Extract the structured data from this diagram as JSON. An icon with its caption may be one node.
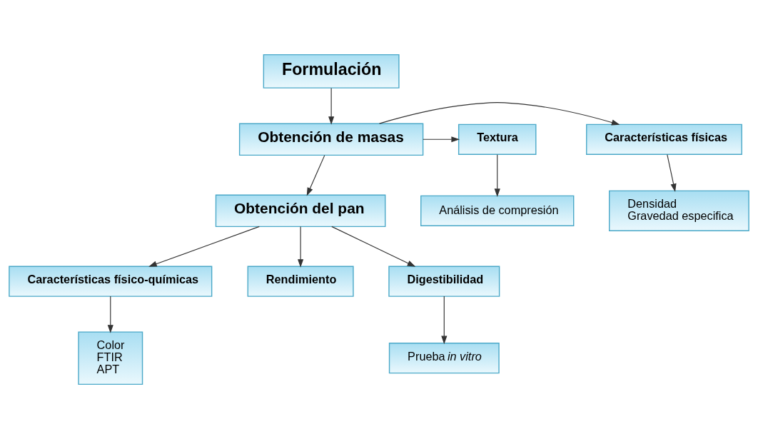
{
  "diagram": {
    "nodes": [
      {
        "text": [
          "Formulación"
        ]
      },
      {
        "text": [
          "Obtención de masas"
        ]
      },
      {
        "text": [
          "Características físicas"
        ]
      },
      {
        "text": [
          "Textura"
        ]
      },
      {
        "text": [
          "Densidad",
          "Gravedad especifica"
        ]
      },
      {
        "text": [
          "Análisis de compresión"
        ]
      },
      {
        "text": [
          "Obtención del pan"
        ]
      },
      {
        "text": [
          "Características físico-químicas"
        ]
      },
      {
        "text": [
          "Rendimiento"
        ]
      },
      {
        "text": [
          "Digestibilidad"
        ]
      },
      {
        "text": [
          "Color",
          "FTIR",
          "APT"
        ]
      },
      {
        "text": [
          "Prueba *in vitro*"
        ]
      }
    ],
    "edges": [
      {
        "from": 0,
        "to": 1,
        "arrow": "to"
      },
      {
        "from": 1,
        "to": 2,
        "arrow": "to"
      },
      {
        "from": 1,
        "to": 3,
        "arrow": "to"
      },
      {
        "from": 1,
        "to": 6,
        "arrow": "to"
      },
      {
        "from": 2,
        "to": 4,
        "arrow": "to"
      },
      {
        "from": 3,
        "to": 5,
        "arrow": "to"
      },
      {
        "from": 6,
        "to": 7,
        "arrow": "to"
      },
      {
        "from": 6,
        "to": 8,
        "arrow": "to"
      },
      {
        "from": 6,
        "to": 9,
        "arrow": "to"
      },
      {
        "from": 7,
        "to": 10,
        "arrow": "to"
      },
      {
        "from": 9,
        "to": 11,
        "arrow": "to"
      }
    ]
  }
}
